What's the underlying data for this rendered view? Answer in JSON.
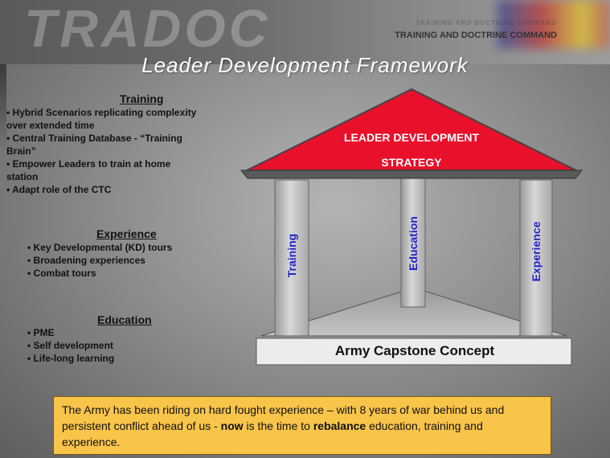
{
  "header": {
    "watermark": "TRADOC",
    "command_ghost": "TRAINING AND DOCTRINE COMMAND",
    "command": "TRAINING AND DOCTRINE COMMAND",
    "title": "Leader Development Framework"
  },
  "sections": {
    "training": {
      "heading": "Training",
      "items": [
        "Hybrid Scenarios replicating complexity",
        "over extended time",
        "Central Training Database - “Training",
        "Brain”",
        "Empower Leaders to train at home",
        "station",
        "Adapt role of the CTC"
      ]
    },
    "experience": {
      "heading": "Experience",
      "items": [
        "Key Developmental (KD) tours",
        "Broadening experiences",
        "Combat tours"
      ]
    },
    "education": {
      "heading": "Education",
      "items": [
        "PME",
        "Self development",
        "Life-long learning"
      ]
    }
  },
  "diagram": {
    "roof_line1": "LEADER DEVELOPMENT",
    "roof_line2": "STRATEGY",
    "pillar_left": "Training",
    "pillar_center": "Education",
    "pillar_right": "Experience",
    "base": "Army Capstone Concept",
    "colors": {
      "roof": "#e8102a",
      "pillar_text": "#2222cc",
      "callout": "#f8c44a"
    }
  },
  "callout": {
    "part1": "The Army has been riding on hard fought experience – with 8 years of war behind us and persistent conflict ahead of us - ",
    "bold1": "now",
    "part2": " is the time to ",
    "bold2": "rebalance",
    "part3": " education, training and experience."
  }
}
